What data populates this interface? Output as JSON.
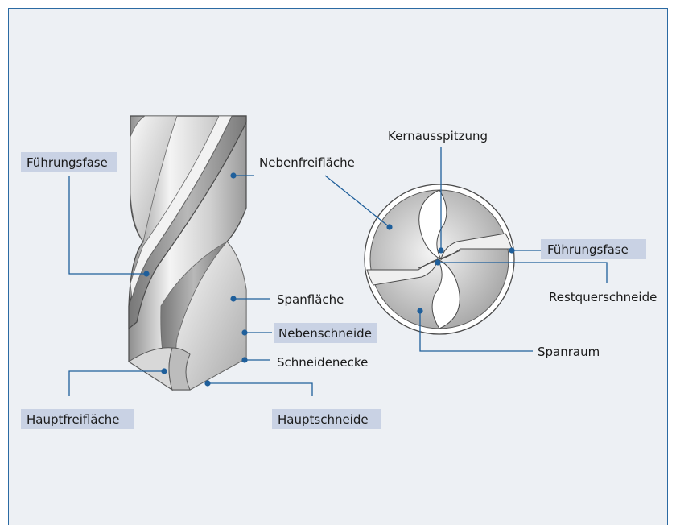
{
  "labels": {
    "fuehrungsfase_left": "Führungsfase",
    "nebenfreiflaeche": "Nebenfreifläche",
    "spanflaeche": "Spanfläche",
    "nebenschneide": "Nebenschneide",
    "schneidenecke": "Schneidenecke",
    "hauptfreiflaeche": "Hauptfreifläche",
    "hauptschneide": "Hauptschneide",
    "kernausspitzung": "Kernausspitzung",
    "fuehrungsfase_right": "Führungsfase",
    "restquerschneide": "Restquerschneide",
    "spanraum": "Spanraum"
  },
  "colors": {
    "background": "#edf0f4",
    "frame": "#2b6aa3",
    "leader": "#1f5f9b",
    "highlight": "#c9d2e4"
  }
}
